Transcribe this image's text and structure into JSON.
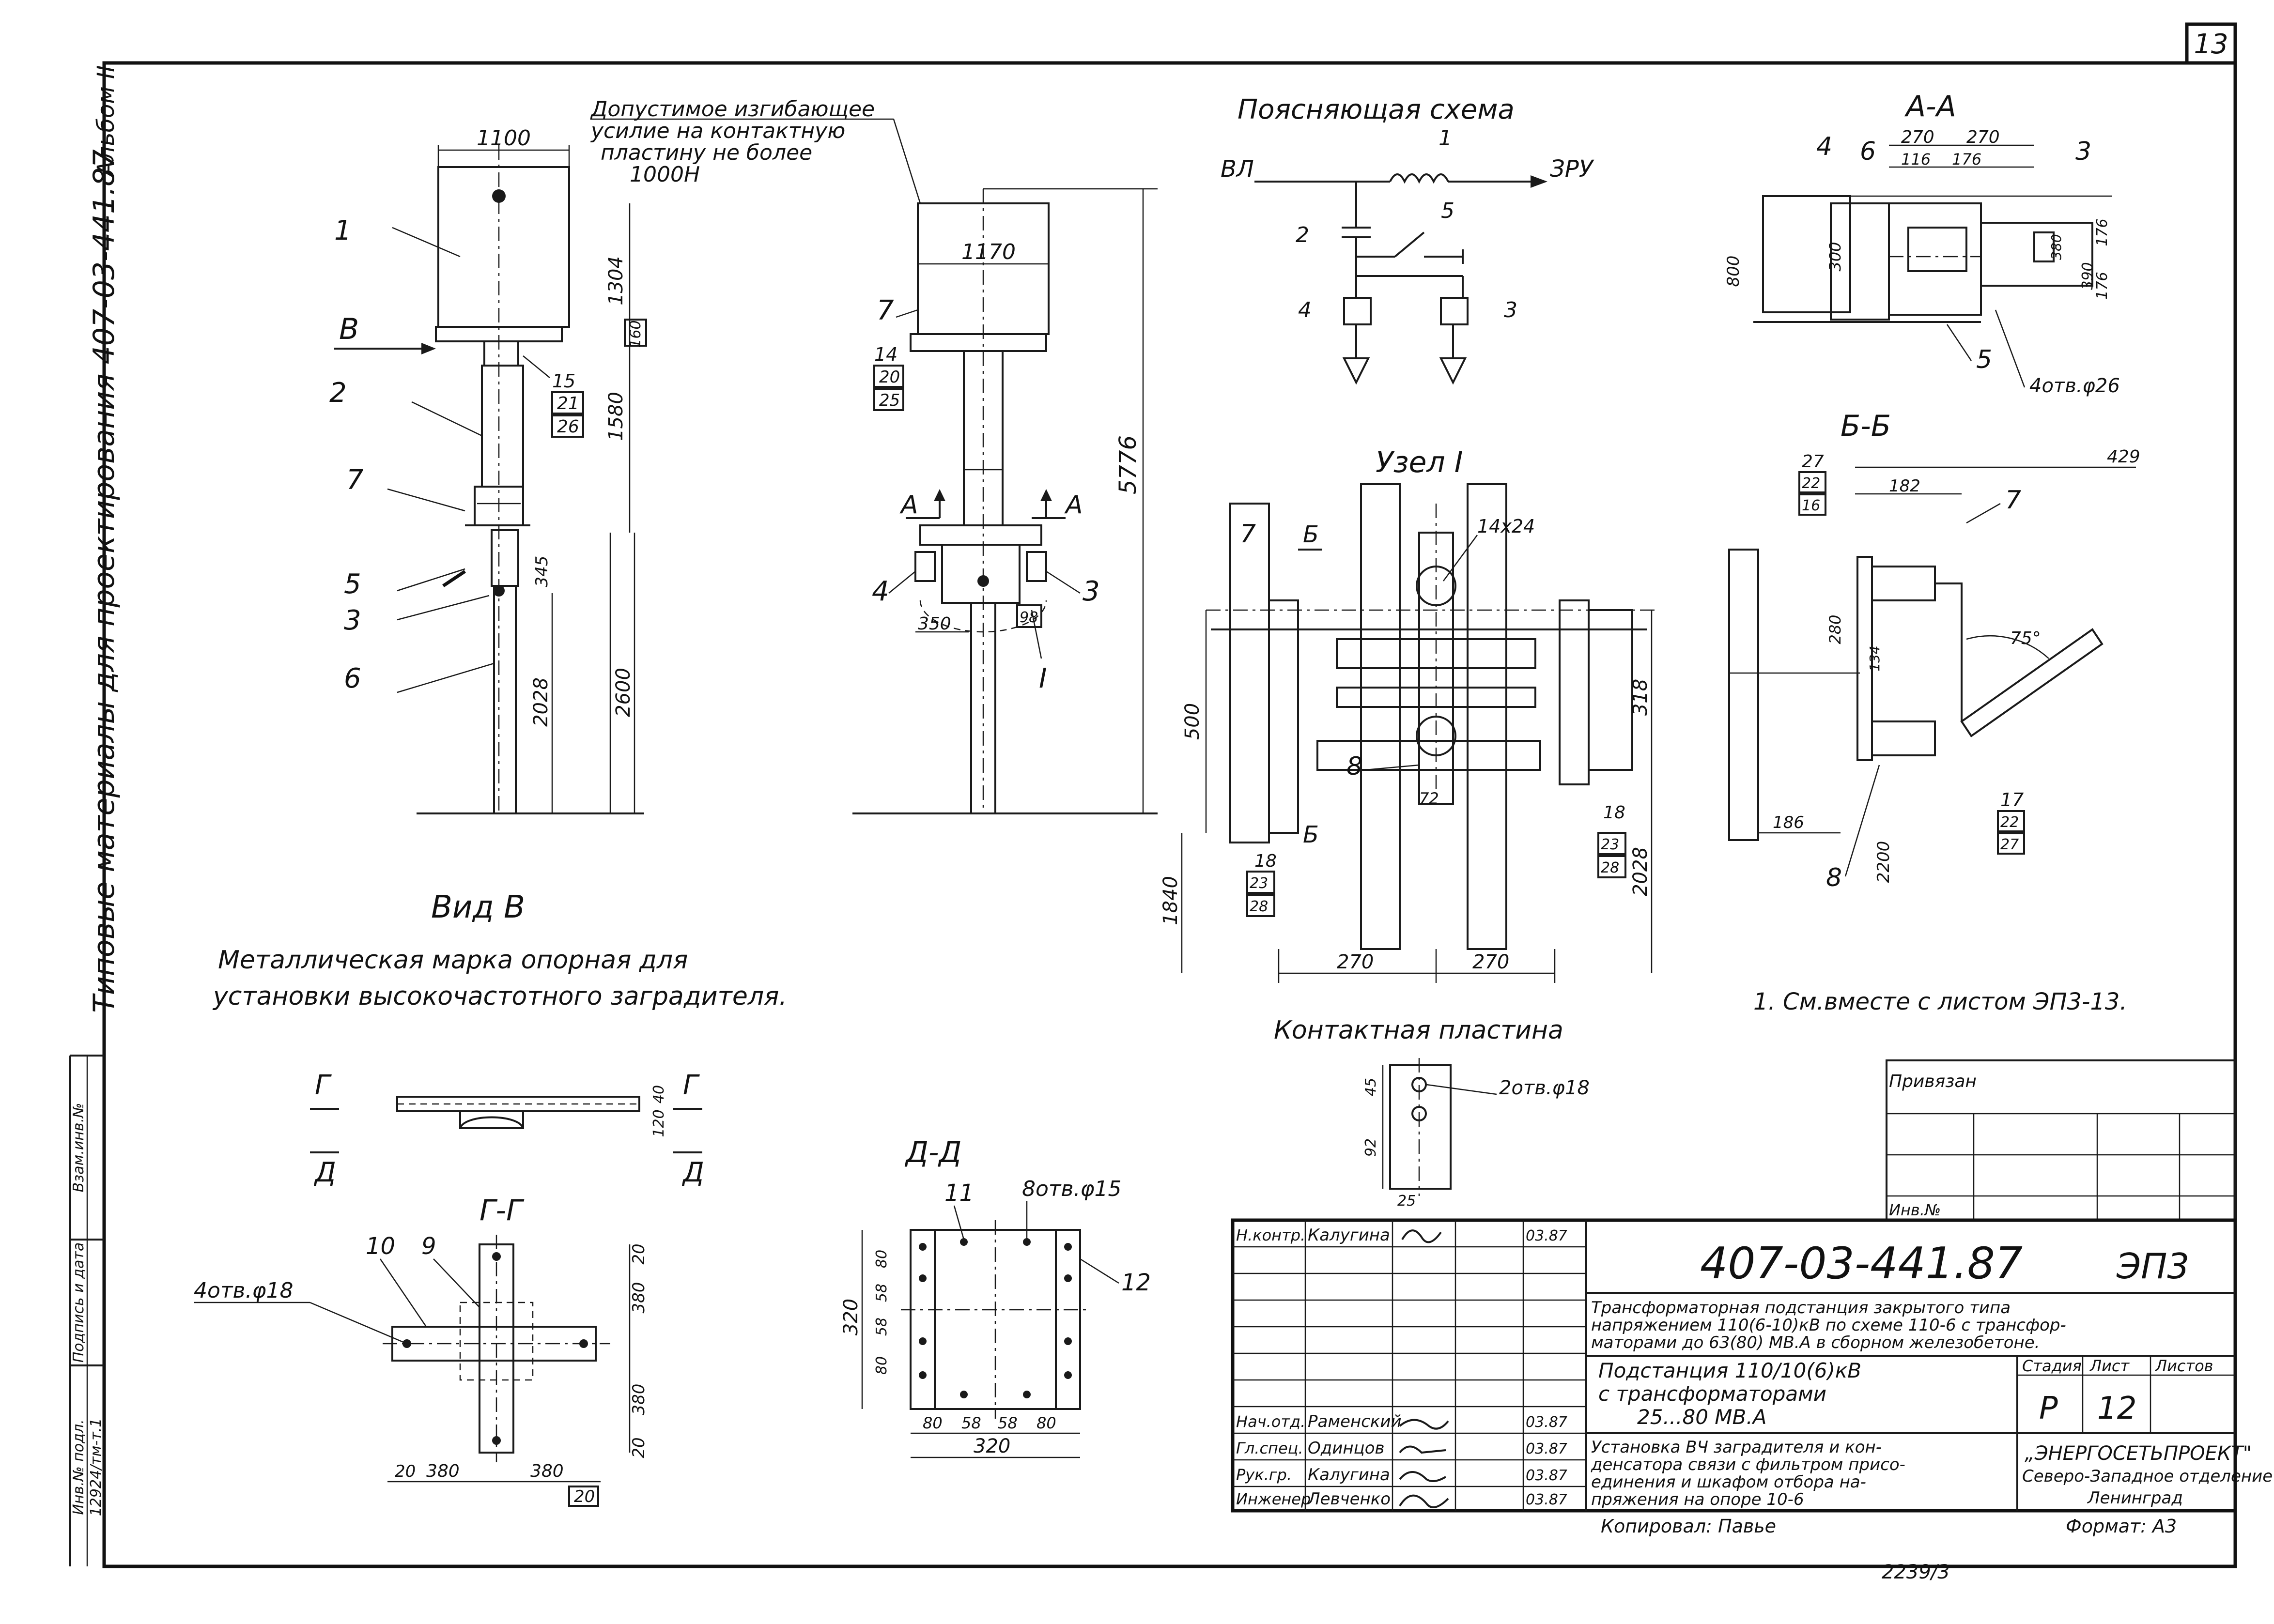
{
  "sheet_number": "13",
  "side": {
    "album": "Альбом II",
    "series_title": "Типовые материалы для проектирования 407-03-441.87",
    "inv_podl_label": "Инв.№ подл.",
    "podpis_label": "Подпись и дата",
    "vzam_label": "Взам.инв.№",
    "inv_value": "12924/тм-т.1"
  },
  "explain": {
    "title": "Поясняющая схема",
    "vl": "ВЛ",
    "zru": "ЗРУ",
    "n1": "1",
    "n2": "2",
    "n3": "3",
    "n4": "4",
    "n5": "5"
  },
  "notes": {
    "force_1": "Допустимое изгибающее",
    "force_2": "усилие на контактную",
    "force_3": "пластину не более",
    "force_4": "1000Н",
    "vid_v": "Вид В",
    "marka_1": "Металлическая марка опорная для",
    "marka_2": "установки высокочастотного заградителя.",
    "note1": "1. См.вместе с листом ЭП3-13.",
    "contact_title": "Контактная пластина",
    "uzel": "Узел I",
    "aa": "А-А",
    "bb": "Б-Б",
    "gg": "Г-Г",
    "dd": "Д-Д",
    "holes_18": "4отв.φ18",
    "holes_15": "8отв.φ15",
    "holes_26": "4отв.φ26",
    "holes_contact": "2отв.φ18",
    "bolt": "14х24"
  },
  "dims": {
    "d1100": "1100",
    "d1304": "1304",
    "d160": "160",
    "d1580": "1580",
    "d2600": "2600",
    "d2028": "2028",
    "d345": "345",
    "d1170": "1170",
    "d5776": "5776",
    "d350": "350",
    "d98": "98",
    "d270": "270",
    "d116": "116",
    "d176": "176",
    "d800": "800",
    "d300": "300",
    "d380": "380",
    "d390": "390",
    "d429": "429",
    "d182": "182",
    "d280": "280",
    "d134": "134",
    "d186": "186",
    "d2200": "2200",
    "d75": "75°",
    "d500": "500",
    "d1840": "1840",
    "d318": "318",
    "d72": "72",
    "d45": "45",
    "d92": "92",
    "d25": "25",
    "d40": "40",
    "d120": "120",
    "d20": "20",
    "d320": "320",
    "d80": "80",
    "d58": "58"
  },
  "labels": {
    "B": "В",
    "A": "А",
    "Bb": "Б",
    "G": "Г",
    "D": "Д",
    "I": "I",
    "p1": "1",
    "p2": "2",
    "p3": "3",
    "p4": "4",
    "p5": "5",
    "p6": "6",
    "p7": "7",
    "p8": "8",
    "p9": "9",
    "p10": "10",
    "p11": "11",
    "p12": "12",
    "p14": "14",
    "p15": "15",
    "p16": "16",
    "p17": "17",
    "p18": "18",
    "p21": "21",
    "p22": "22",
    "p23": "23",
    "p25": "25",
    "p26": "26",
    "p27": "27",
    "p28": "28",
    "p20": "20"
  },
  "stamp": {
    "privyazan": "Привязан",
    "inv_no": "Инв.№",
    "code": "407-03-441.87",
    "doc_mark": "ЭП3",
    "title_1": "Трансформаторная подстанция закрытого типа",
    "title_2": "напряжением 110(6-10)кВ по схеме 110-6 с трансфор-",
    "title_3": "маторами до 63(80) МВ.А в сборном железобетоне.",
    "sub_1": "Подстанция 110/10(6)кВ",
    "sub_2": "с трансформаторами",
    "sub_3": "25...80 МВ.А",
    "desc_1": "Установка ВЧ заградителя и кон-",
    "desc_2": "денсатора связи с фильтром присо-",
    "desc_3": "единения и шкафом отбора на-",
    "desc_4": "пряжения на опоре 10-6",
    "stadiya_h": "Стадия",
    "list_h": "Лист",
    "listov_h": "Листов",
    "stadiya": "Р",
    "list": "12",
    "org_1": "„ЭНЕРГОСЕТЬПРОЕКТ\"",
    "org_2": "Северо-Западное отделение",
    "org_3": "Ленинград",
    "rows": [
      {
        "role": "Н.контр.",
        "name": "Калугина",
        "date": "03.87"
      },
      {
        "role": "Нач.отд.",
        "name": "Раменский",
        "date": "03.87"
      },
      {
        "role": "Гл.спец.",
        "name": "Одинцов",
        "date": "03.87"
      },
      {
        "role": "Рук.гр.",
        "name": "Калугина",
        "date": "03.87"
      },
      {
        "role": "Инженер",
        "name": "Левченко",
        "date": "03.87"
      }
    ],
    "copied": "Копировал: Павье",
    "format": "Формат: А3",
    "bottom_num": "2239/3"
  }
}
